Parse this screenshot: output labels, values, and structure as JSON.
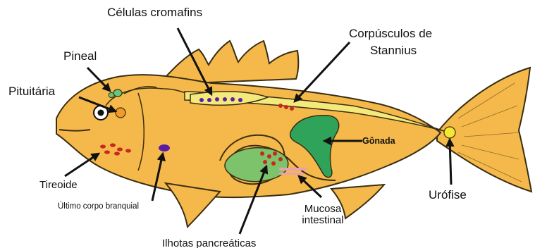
{
  "colors": {
    "body": "#F5B84A",
    "outline": "#3A2E12",
    "organ_green": "#7DC36B",
    "gonad_green": "#2FA35A",
    "cord_yellow": "#F4EA7C",
    "dots_red": "#C8281E",
    "dots_purple": "#5A1EA6",
    "pituitary": "#F49A2A",
    "urophysis": "#F5E832",
    "pineal": "#66C77A"
  },
  "labels": {
    "celulas_cromafins": "Células cromafins",
    "corpusculos_line1": "Corpúsculos de",
    "corpusculos_line2": "Stannius",
    "pineal": "Pineal",
    "pituitaria": "Pituitária",
    "gonada": "Gônada",
    "tireoide": "Tireoide",
    "ultimo_corpo": "Último corpo branquial",
    "urofise": "Urófise",
    "mucosa_line1": "Mucosa",
    "mucosa_line2": "intestinal",
    "ilhotas": "Ilhotas pancreáticas"
  }
}
